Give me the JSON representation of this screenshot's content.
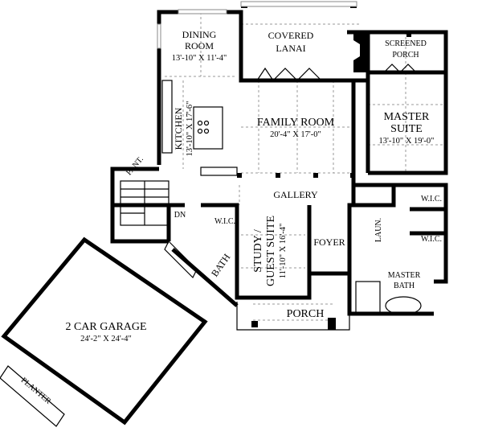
{
  "rooms": {
    "dining": {
      "name_line1": "DINING",
      "name_line2": "ROOM",
      "size": "13'-10\" X 11'-4\""
    },
    "lanai": {
      "name_line1": "COVERED",
      "name_line2": "LANAI"
    },
    "screened_porch": {
      "name_line1": "SCREENED",
      "name_line2": "PORCH"
    },
    "kitchen": {
      "name": "KITCHEN",
      "size": "13'-10\" X 17'-6\""
    },
    "family": {
      "name": "FAMILY ROOM",
      "size": "20'-4\" X 17'-0\""
    },
    "master_suite": {
      "name_line1": "MASTER",
      "name_line2": "SUITE",
      "size": "13'-10\" X 19'-0\""
    },
    "pantry": {
      "name": "PANT."
    },
    "gallery": {
      "name": "GALLERY"
    },
    "stairs": {
      "label": "DN"
    },
    "wic_study": {
      "name": "W.I.C."
    },
    "study": {
      "name_line1": "STUDY /",
      "name_line2": "GUEST SUITE",
      "size": "11'-10\" X 16'-4\""
    },
    "foyer": {
      "name": "FOYER"
    },
    "laundry": {
      "name": "LAUN."
    },
    "wic_master_1": {
      "name": "W.I.C."
    },
    "wic_master_2": {
      "name": "W.I.C."
    },
    "bath": {
      "name": "BATH"
    },
    "master_bath": {
      "name_line1": "MASTER",
      "name_line2": "BATH"
    },
    "porch": {
      "name": "PORCH"
    },
    "garage": {
      "name": "2 CAR GARAGE",
      "size": "24'-2\" X 24'-4\""
    },
    "planter": {
      "name": "PLANTER"
    }
  }
}
